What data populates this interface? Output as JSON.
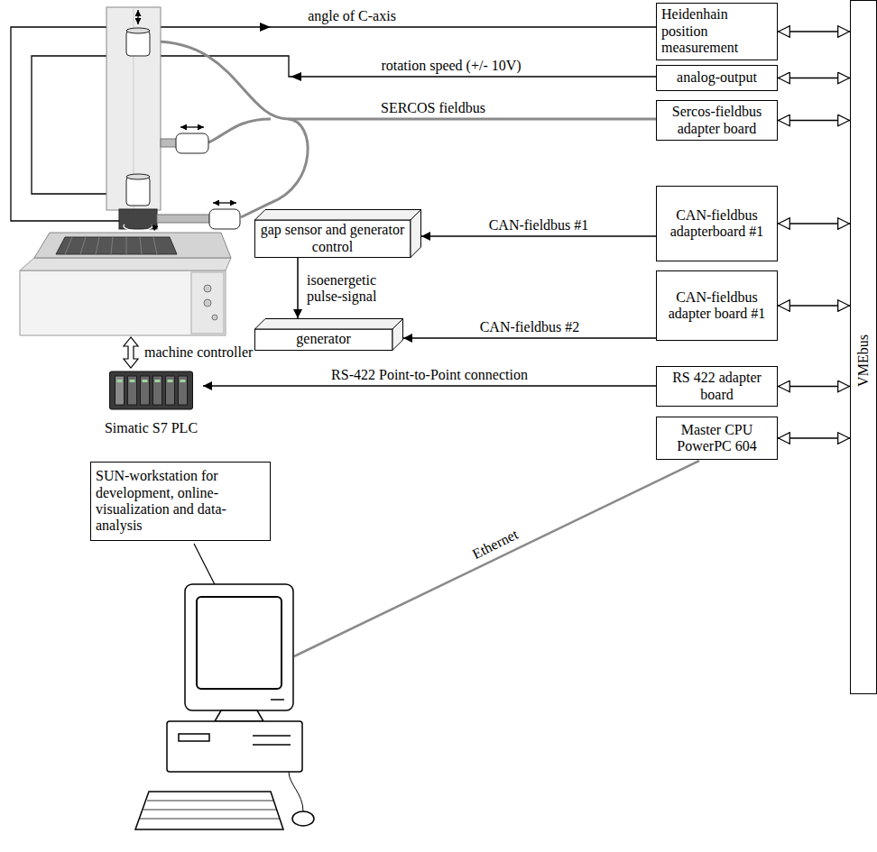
{
  "diagram": {
    "nodes": [
      {
        "text": [
          "Heidenhain position measurement"
        ]
      },
      {
        "text": [
          "analog-output"
        ]
      },
      {
        "text": [
          "Sercos-fieldbus adapter board"
        ]
      },
      {
        "text": [
          "gap sensor and generator control"
        ]
      },
      {
        "text": [
          "CAN-fieldbus adapterboard #1"
        ]
      },
      {
        "text": [
          "generator"
        ]
      },
      {
        "text": [
          "CAN-fieldbus adapter board #1"
        ]
      },
      {
        "text": [
          "RS 422 adapter board"
        ]
      },
      {
        "text": [
          "Simatic S7 PLC"
        ]
      },
      {
        "text": [
          "SUN-workstation for development, online-visualization and data-analysis"
        ]
      },
      {
        "text": [
          "Master CPU PowerPC 604"
        ]
      },
      {
        "text": [
          "VMEbus"
        ]
      }
    ],
    "edges": [
      {
        "from": 4,
        "to": 3,
        "arrow": "to",
        "label": "CAN-fieldbus #1"
      },
      {
        "from": 3,
        "to": 5,
        "arrow": "to",
        "label": "isoenergetic pulse-signal"
      },
      {
        "from": 6,
        "to": 5,
        "arrow": "to",
        "label": "CAN-fieldbus #2"
      },
      {
        "from": 7,
        "to": 8,
        "arrow": "to",
        "label": "RS-422 Point-to-Point connection"
      },
      {
        "from": 0,
        "to": 11,
        "arrow": "both"
      },
      {
        "from": 1,
        "to": 11,
        "arrow": "both"
      },
      {
        "from": 2,
        "to": 11,
        "arrow": "both"
      },
      {
        "from": 4,
        "to": 11,
        "arrow": "both"
      },
      {
        "from": 6,
        "to": 11,
        "arrow": "both"
      },
      {
        "from": 7,
        "to": 11,
        "arrow": "both"
      },
      {
        "from": 10,
        "to": 11,
        "arrow": "both"
      }
    ],
    "labels": [
      "angle of C-axis",
      "rotation speed (+/- 10V)",
      "SERCOS fieldbus",
      "machine controller",
      "Ethernet"
    ]
  }
}
